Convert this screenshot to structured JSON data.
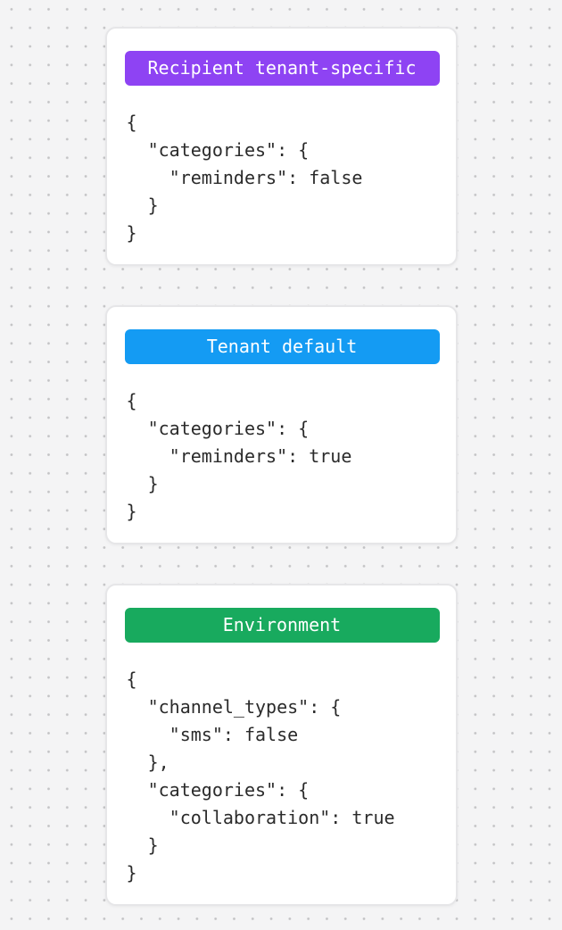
{
  "background": {
    "color": "#f4f4f5",
    "dot_color": "#c3c3c5"
  },
  "cards": [
    {
      "label": "Recipient tenant-specific",
      "badge_color": "#8e43f3",
      "code": "{\n  \"categories\": {\n    \"reminders\": false\n  }\n}"
    },
    {
      "label": "Tenant default",
      "badge_color": "#149bf3",
      "code": "{\n  \"categories\": {\n    \"reminders\": true\n  }\n}"
    },
    {
      "label": "Environment",
      "badge_color": "#18aa5e",
      "code": "{\n  \"channel_types\": {\n    \"sms\": false\n  },\n  \"categories\": {\n    \"collaboration\": true\n  }\n}"
    }
  ]
}
